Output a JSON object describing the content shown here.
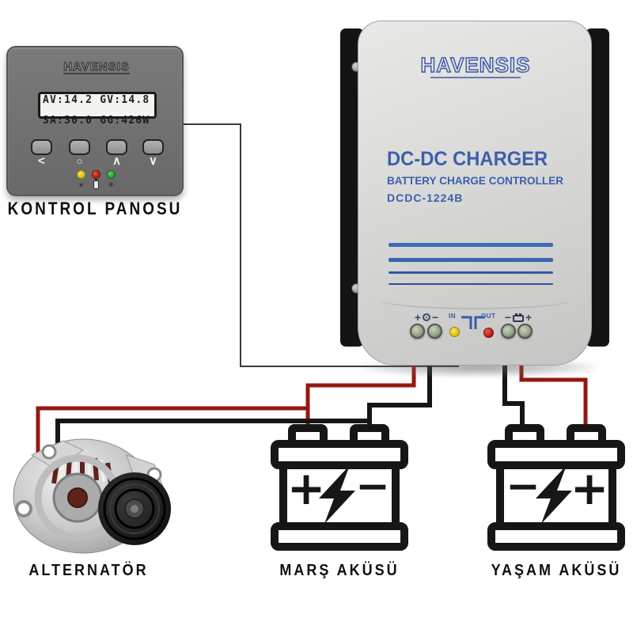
{
  "colors": {
    "accent_blue": "#3a5ca9",
    "wire_red": "#951711",
    "wire_black": "#161616",
    "wire_signal_gray": "#3a3a3a",
    "led_yellow": "#e5c514",
    "led_red": "#c41d14",
    "led_green": "#2fa32f",
    "charger_body_gray": "#d8d8d6",
    "panel_gray": "#717171"
  },
  "control_panel": {
    "brand": "HAVENSIS",
    "lcd": {
      "line1": "AV:14.2 GV:14.8",
      "line2": "SA:30.0 GG:426W"
    },
    "buttons": [
      {
        "name": "back",
        "glyph": "<"
      },
      {
        "name": "ok",
        "glyph": "○"
      },
      {
        "name": "up",
        "glyph": "∧"
      },
      {
        "name": "down",
        "glyph": "∨"
      }
    ],
    "led_icons": [
      {
        "name": "charge-light",
        "glyph": "☀"
      },
      {
        "name": "battery",
        "glyph": ""
      },
      {
        "name": "status",
        "glyph": "✳"
      }
    ],
    "label": "KONTROL PANOSU"
  },
  "charger": {
    "brand": "HAVENSIS",
    "title": "DC-DC CHARGER",
    "subtitle": "BATTERY CHARGE CONTROLLER",
    "model": "DCDC-1224B",
    "terminal_labels": {
      "in_plus": "+",
      "in_minus": "−",
      "in": "IN",
      "out": "OUT",
      "out_minus": "−",
      "out_plus": "+"
    }
  },
  "alternator": {
    "label": "ALTERNATÖR"
  },
  "battery_starter": {
    "label": "MARŞ AKÜSÜ",
    "left_symbol": "+",
    "right_symbol": "−"
  },
  "battery_house": {
    "label": "YAŞAM AKÜSÜ",
    "left_symbol": "−",
    "right_symbol": "+"
  }
}
